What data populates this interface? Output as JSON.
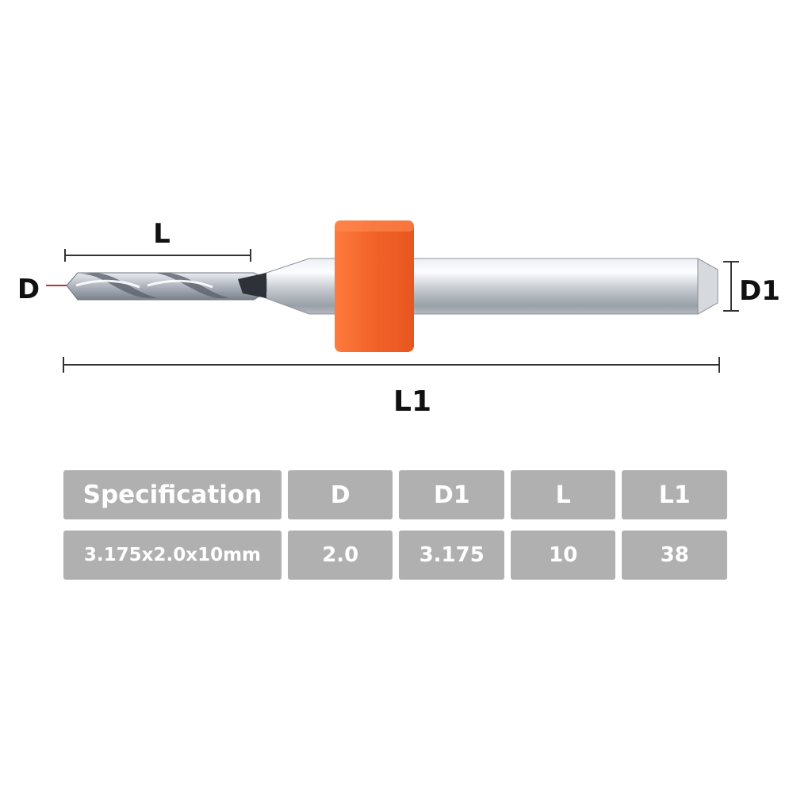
{
  "diagram": {
    "label_L": "L",
    "label_D": "D",
    "label_D1": "D1",
    "label_L1": "L1",
    "collar_color": "#f26a2a",
    "metal_color": "#c9ccd3"
  },
  "spec_table": {
    "headers": [
      "Specification",
      "D",
      "D1",
      "L",
      "L1"
    ],
    "rows": [
      [
        "3.175x2.0x10mm",
        "2.0",
        "3.175",
        "10",
        "38"
      ]
    ]
  }
}
